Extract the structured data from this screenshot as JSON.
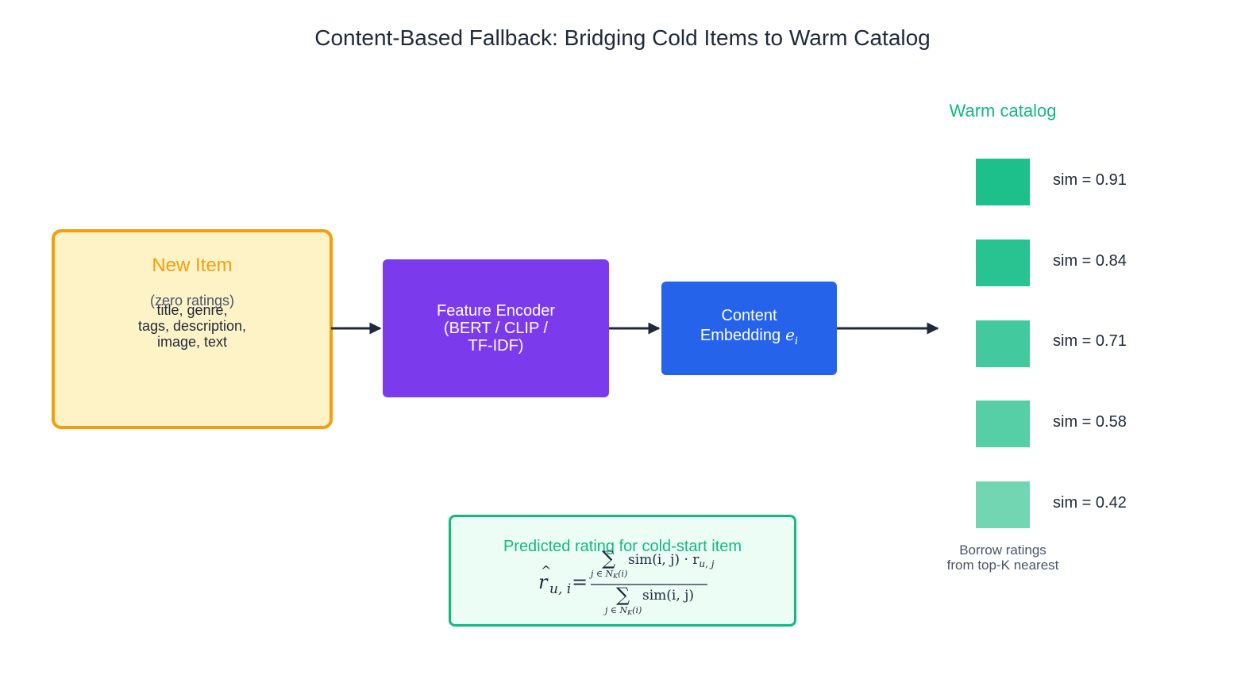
{
  "title": "Content-Based Fallback: Bridging Cold Items to Warm Catalog",
  "new_item": {
    "title": "New Item",
    "subtitle": "(zero ratings)",
    "features": "title, genre,\ntags, description,\nimage, text"
  },
  "encoder": {
    "label": "Feature Encoder\n(BERT / CLIP /\nTF-IDF)"
  },
  "embedding": {
    "label_line1": "Content",
    "label_line2": "Embedding",
    "symbol": "e",
    "symbol_sub": "i"
  },
  "warm_catalog": {
    "title": "Warm catalog",
    "items": [
      {
        "label": "sim = 0.91",
        "color": "#1dbf8a"
      },
      {
        "label": "sim = 0.84",
        "color": "#29c391"
      },
      {
        "label": "sim = 0.71",
        "color": "#42c99e"
      },
      {
        "label": "sim = 0.58",
        "color": "#56cea6"
      },
      {
        "label": "sim = 0.42",
        "color": "#72d6b3"
      }
    ],
    "footer": "Borrow ratings\nfrom top-K nearest"
  },
  "formula": {
    "title": "Predicted rating for cold-start item",
    "lhs": "r",
    "lhs_sub": "u, i",
    "numerator": "sim(i, j) · r",
    "numerator_sub": "u, j",
    "denominator": "sim(i, j)",
    "sum_index": "j ∈ N",
    "sum_index_sub": "K",
    "sum_index_tail": "(i)"
  },
  "colors": {
    "amber": "#f59e0b",
    "purple": "#7c3aed",
    "blue": "#2563eb",
    "green": "#10b981",
    "dark": "#1e293b"
  }
}
